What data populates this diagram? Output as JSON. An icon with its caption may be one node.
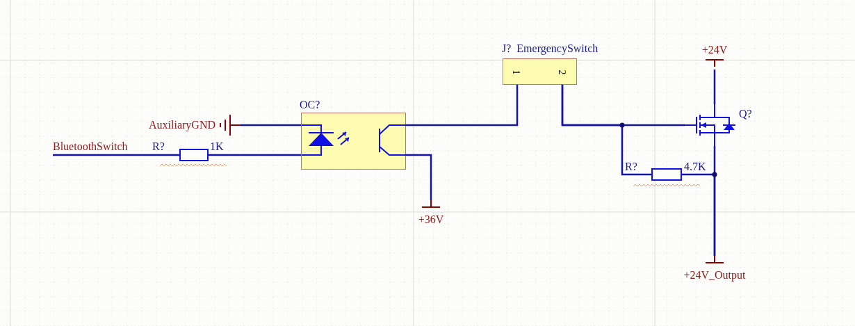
{
  "diagram": {
    "nodes": [
      {
        "text": [
          "BluetoothSwitch"
        ]
      },
      {
        "text": [],
        "shape": "box"
      },
      {
        "text": [
          "AuxiliaryGND"
        ]
      },
      {
        "text": [
          "OC?"
        ]
      },
      {
        "text": [
          "J?  EmergencySwitch",
          "1",
          "2"
        ]
      },
      {
        "text": [
          "+36V"
        ]
      },
      {
        "text": [
          "Q?"
        ]
      },
      {
        "text": [
          "+24V"
        ]
      },
      {
        "text": [],
        "shape": "box"
      },
      {
        "text": [
          "+24V_Output"
        ]
      }
    ],
    "edges": [
      {
        "from": 0,
        "to": 1,
        "arrow": "none"
      },
      {
        "from": 1,
        "to": 3,
        "arrow": "none"
      },
      {
        "from": 2,
        "to": 3,
        "arrow": "none"
      },
      {
        "from": 3,
        "to": 4,
        "arrow": "none"
      },
      {
        "from": 3,
        "to": 5,
        "arrow": "none"
      },
      {
        "from": 4,
        "to": 6,
        "arrow": "none"
      },
      {
        "from": 4,
        "to": 8,
        "arrow": "none"
      },
      {
        "from": 7,
        "to": 6,
        "arrow": "none"
      },
      {
        "from": 6,
        "to": 9,
        "arrow": "none"
      },
      {
        "from": 8,
        "to": 9,
        "arrow": "none"
      }
    ],
    "labels": [
      "R?",
      "1K",
      "R?",
      "4.7K"
    ]
  }
}
